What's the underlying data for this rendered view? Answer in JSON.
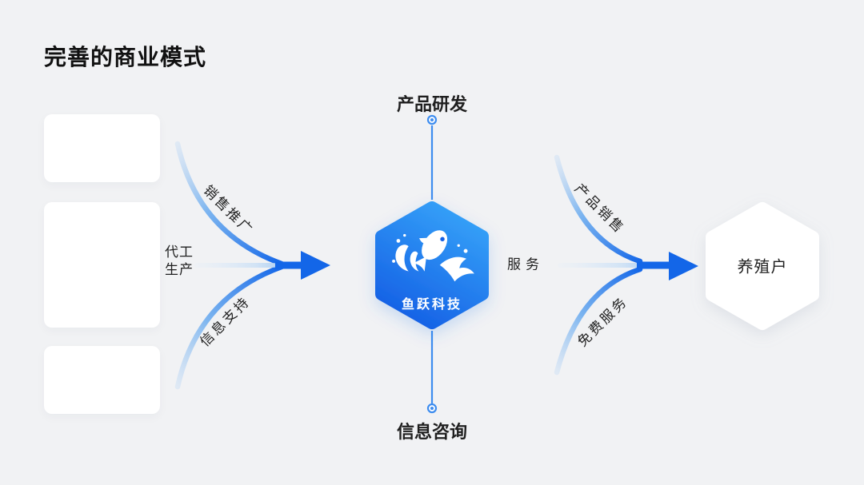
{
  "slide": {
    "title": "完善的商业模式"
  },
  "nodes": {
    "top": {
      "label": "产品研发"
    },
    "bottom": {
      "label": "信息咨询"
    },
    "center": {
      "brand": "鱼跃科技",
      "logo": "jumping-fish-with-splash"
    },
    "right": {
      "label": "养殖户"
    }
  },
  "flows": {
    "left": {
      "top": "销售推广",
      "middle": "代工生产",
      "bottom": "信息支持"
    },
    "right": {
      "top": "产品销售",
      "middle": "服务",
      "bottom": "免费服务"
    }
  },
  "placeholders": {
    "count": 3
  },
  "colors": {
    "background": "#f1f2f4",
    "card": "#ffffff",
    "accent": "#1366e8",
    "arrow-light": "#a8cdf4",
    "connector": "#3e8def",
    "hex-grad-start": "#35a1f8",
    "hex-grad-end": "#1560e5",
    "text-primary": "#111111",
    "text-label": "#1f1f1f",
    "brand-text": "#ffffff"
  }
}
